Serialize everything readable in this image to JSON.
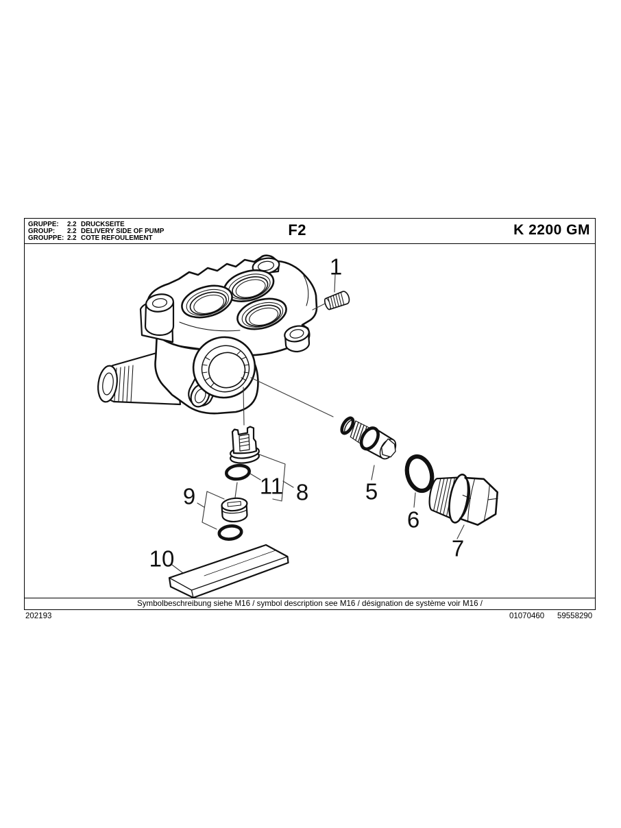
{
  "header": {
    "rows": [
      {
        "label": "GRUPPE:",
        "code": "2.2",
        "text": "DRUCKSEITE"
      },
      {
        "label": "GROUP:",
        "code": "2.2",
        "text": "DELIVERY SIDE OF PUMP"
      },
      {
        "label": "GROUPPE:",
        "code": "2.2",
        "text": "COTE REFOULEMENT"
      }
    ],
    "figure_code": "F2",
    "model": "K 2200 GM"
  },
  "diagram": {
    "part_labels": [
      {
        "label": "1"
      },
      {
        "label": "5"
      },
      {
        "label": "6"
      },
      {
        "label": "7"
      },
      {
        "label": "8"
      },
      {
        "label": "9"
      },
      {
        "label": "10"
      },
      {
        "label": "11"
      }
    ]
  },
  "footer": {
    "note": "Symbolbeschreibung siehe M16 / symbol description see M16 / désignation de système voir M16 /",
    "page_code": "202193",
    "ref_a": "01070460",
    "ref_b": "59558290"
  },
  "colors": {
    "line": "#000000",
    "background": "#ffffff"
  }
}
